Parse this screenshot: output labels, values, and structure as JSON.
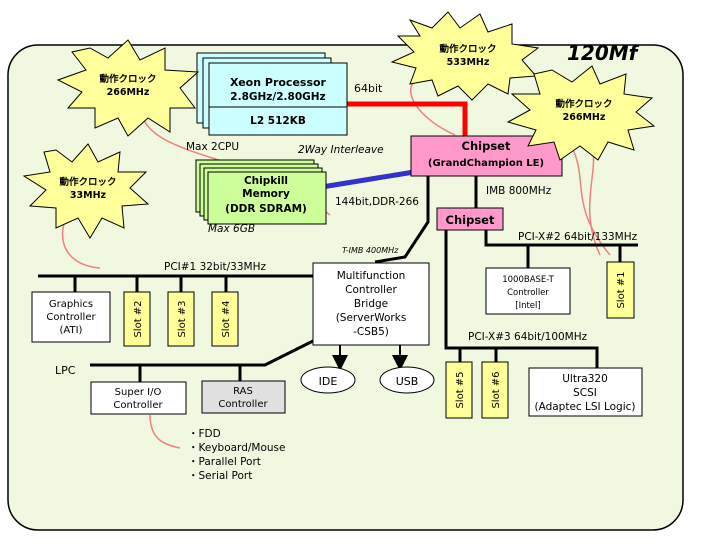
{
  "title": "120Mf",
  "clocks": {
    "top_left": [
      "動作クロック",
      "266MHz"
    ],
    "top_center": [
      "動作クロック",
      "533MHz"
    ],
    "right": [
      "動作クロック",
      "266MHz"
    ],
    "left": [
      "動作クロック",
      "33MHz"
    ]
  },
  "processor": {
    "name": "Xeon Processor",
    "speed": "2.8GHz/2.80GHz",
    "cache": "L2 512KB",
    "max": "Max 2CPU"
  },
  "memory": {
    "line1": "Chipkill",
    "line2": "Memory",
    "line3": "(DDR SDRAM)",
    "max": "Max 6GB"
  },
  "chipset_main": {
    "line1": "Chipset",
    "line2": "(GrandChampion LE)"
  },
  "chipset_sub": "Chipset",
  "bus_labels": {
    "bus64": "64bit",
    "interleave": "2Way Interleave",
    "ddr": "144bit,DDR-266",
    "imb": "IMB 800MHz",
    "timb": "T-IMB 400MHz",
    "pci1": "PCI#1 32bit/33MHz",
    "pcix2": "PCI-X#2 64bit/133MHz",
    "pcix3": "PCI-X#3 64bit/100MHz",
    "lpc": "LPC"
  },
  "mcb": [
    "Multifunction",
    "Controller",
    "Bridge",
    "(ServerWorks",
    "-CSB5)"
  ],
  "graphics": [
    "Graphics",
    "Controller",
    "(ATI)"
  ],
  "slots": {
    "s1": "Slot #1",
    "s2": "Slot #2",
    "s3": "Slot #3",
    "s4": "Slot #4",
    "s5": "Slot #5",
    "s6": "Slot #6"
  },
  "lan": [
    "1000BASE-T",
    "Controller",
    "[Intel]"
  ],
  "scsi": [
    "Ultra320",
    "SCSI",
    "(Adaptec LSI Logic)"
  ],
  "ide": "IDE",
  "usb": "USB",
  "superio": [
    "Super I/O",
    "Controller"
  ],
  "ras": [
    "RAS",
    "Controller"
  ],
  "legacy": [
    "・FDD",
    "・Keyboard/Mouse",
    "・Parallel Port",
    "・Serial Port"
  ],
  "colors": {
    "board": "#f0f9df",
    "burst": "#ffff99",
    "processor": "#ccffff",
    "memory": "#ccff99",
    "chipset": "#ff99cc",
    "slot": "#ffff99",
    "fsb_bus": "#ff0000",
    "mem_bus": "#3333cc",
    "ras": "#e0e0e0"
  }
}
